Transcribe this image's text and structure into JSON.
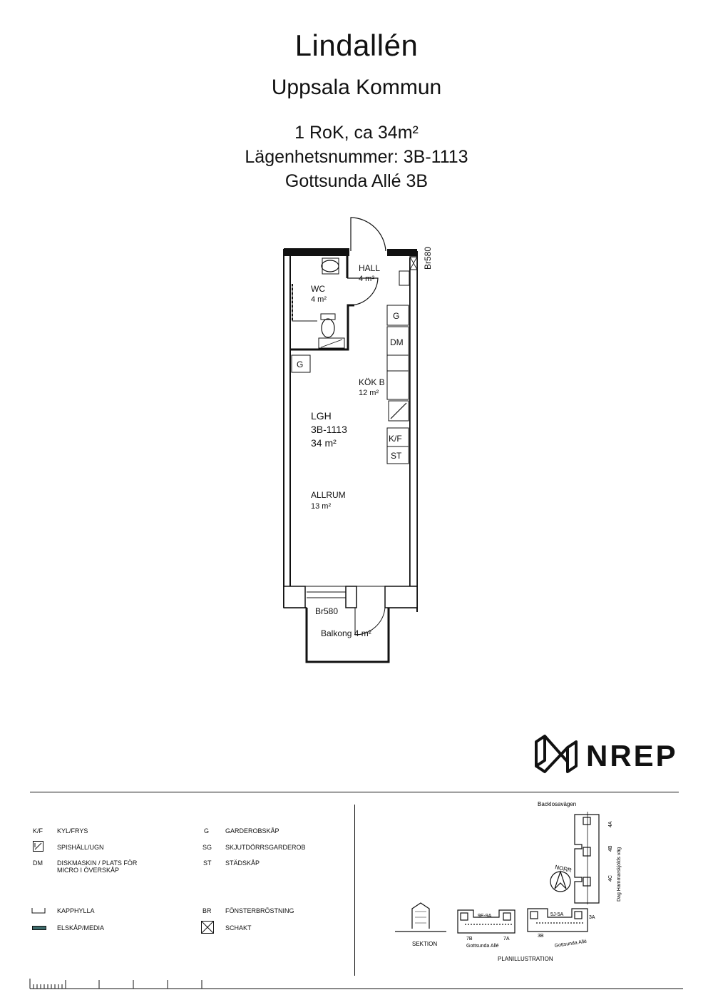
{
  "header": {
    "title": "Lindallén",
    "subtitle": "Uppsala Kommun",
    "rooms": "1 RoK, ca 34m²",
    "apartment_number": "Lägenhetsnummer: 3B-1113",
    "address": "Gottsunda Allé 3B"
  },
  "plan": {
    "window_top": "Br580",
    "window_bottom": "Br580",
    "hall": {
      "name": "HALL",
      "area": "4 m²"
    },
    "wc": {
      "name": "WC",
      "area": "4 m²"
    },
    "kitchen": {
      "name": "KÖK B",
      "area": "12 m²"
    },
    "apartment": {
      "name": "LGH",
      "number": "3B-1113",
      "area": "34 m²"
    },
    "living": {
      "name": "ALLRUM",
      "area": "13 m²"
    },
    "balcony": "Balkong 4 m²",
    "codes": {
      "g": "G",
      "dm": "DM",
      "kf": "K/F",
      "st": "ST"
    }
  },
  "logo": {
    "text": "NREP"
  },
  "legend": [
    {
      "code": "K/F",
      "label": "KYL/FRYS"
    },
    {
      "code": "",
      "icon": "stove-icon",
      "label": "SPISHÄLL/UGN"
    },
    {
      "code": "DM",
      "label": "DISKMASKIN / PLATS FÖR MICRO I ÖVERSKÅP"
    },
    {
      "code": "",
      "icon": "shelf-icon",
      "label": "KAPPHYLLA"
    },
    {
      "code": "",
      "icon": "media-cabinet-icon",
      "label": "ELSKÅP/MEDIA"
    },
    {
      "code": "G",
      "label": "GARDEROBSKÅP"
    },
    {
      "code": "SG",
      "label": "SKJUTDÖRRSGARDEROB"
    },
    {
      "code": "ST",
      "label": "STÄDSKÅP"
    },
    {
      "code": "BR",
      "label": "FÖNSTERBRÖSTNING"
    },
    {
      "code": "",
      "icon": "shaft-icon",
      "label": "SCHAKT"
    }
  ],
  "site_plan": {
    "road_top": "Backlosavägen",
    "road_right": "Dag Hammarskjölds väg",
    "north": "NORR",
    "entrances_right": [
      "4A",
      "4B",
      "4C"
    ],
    "block_left": "9E-9A",
    "block_right": "5J-5A",
    "left_labels": [
      "7B",
      "7A"
    ],
    "right_labels": [
      "3B",
      "3A"
    ],
    "street_left": "Gottsunda Allé",
    "street_right": "Gottsunda Allé",
    "section_label": "SEKTION",
    "plan_label": "PLANILLUSTRATION"
  }
}
